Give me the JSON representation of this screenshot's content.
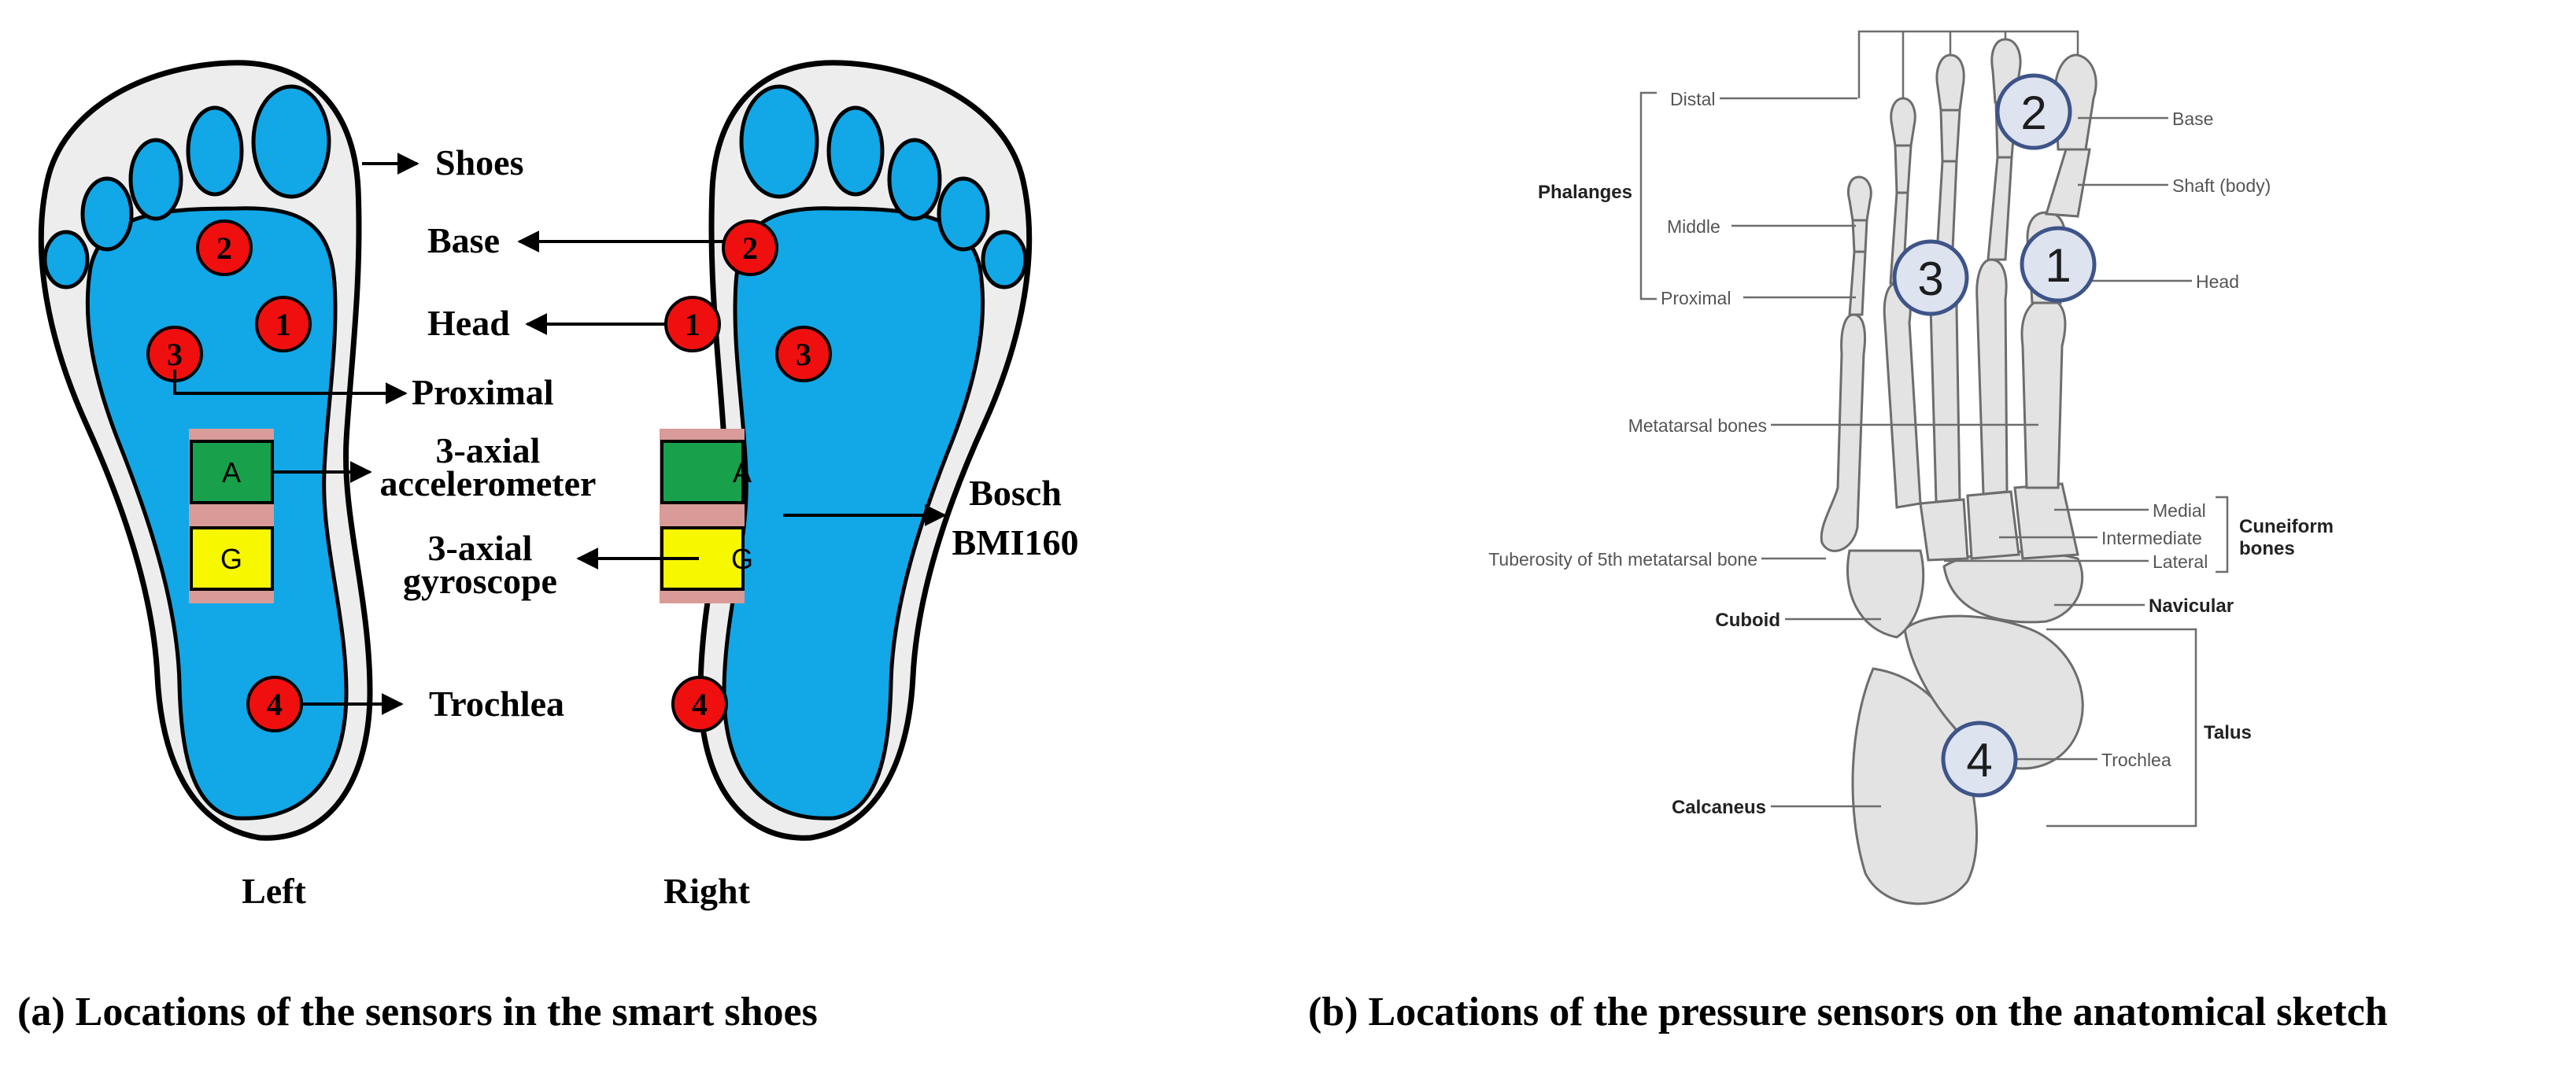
{
  "colors": {
    "insole_blue": "#12a7e6",
    "shoe_gray": "#ededed",
    "sensor_red": "#f00f0f",
    "accel_green": "#18a04a",
    "gyro_yellow": "#f7f700",
    "strip_pink": "#d99b97",
    "bone": "#e3e3e3",
    "marker_fill": "#dde3ef",
    "marker_stroke": "#3e5489"
  },
  "panel_a": {
    "caption": "(a) Locations of the sensors in the smart shoes",
    "labels": {
      "shoes": "Shoes",
      "base": "Base",
      "head": "Head",
      "proximal": "Proximal",
      "accel_line1": "3-axial",
      "accel_line2": "accelerometer",
      "gyro_line1": "3-axial",
      "gyro_line2": "gyroscope",
      "trochlea": "Trochlea",
      "bosch_line1": "Bosch",
      "bosch_line2": "BMI160",
      "left": "Left",
      "right": "Right"
    },
    "sensor_numbers": [
      "1",
      "2",
      "3",
      "4"
    ],
    "chip_a": "A",
    "chip_g": "G"
  },
  "panel_b": {
    "caption": "(b) Locations of the pressure sensors on the anatomical sketch",
    "labels": {
      "phalanges": "Phalanges",
      "distal": "Distal",
      "middle": "Middle",
      "proximal": "Proximal",
      "metatarsal": "Metatarsal bones",
      "tuberosity": "Tuberosity of 5th metatarsal bone",
      "cuboid": "Cuboid",
      "calcaneus": "Calcaneus",
      "base": "Base",
      "shaft": "Shaft (body)",
      "head": "Head",
      "medial": "Medial",
      "intermediate": "Intermediate",
      "lateral": "Lateral",
      "cuneiform_line1": "Cuneiform",
      "cuneiform_line2": "bones",
      "navicular": "Navicular",
      "talus": "Talus",
      "trochlea": "Trochlea"
    },
    "marker_numbers": [
      "1",
      "2",
      "3",
      "4"
    ]
  }
}
